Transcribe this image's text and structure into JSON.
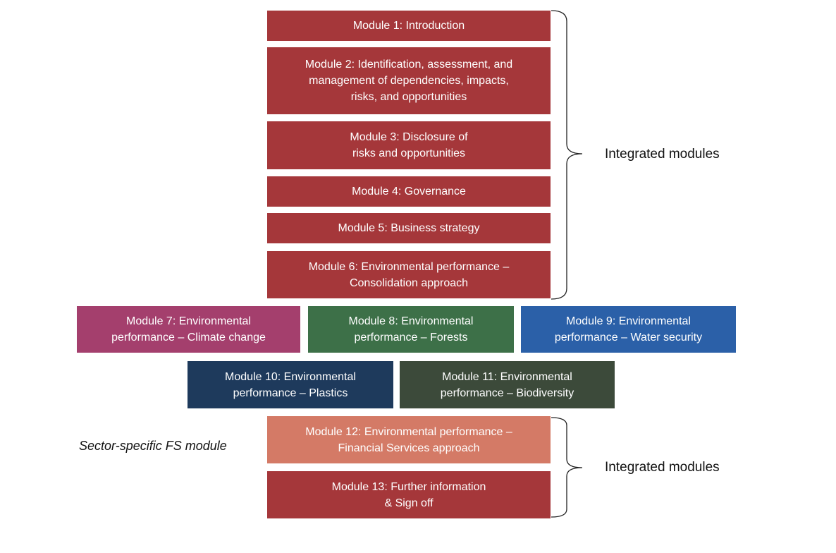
{
  "colors": {
    "integrated": "#a5373a",
    "fs": "#d47a66",
    "climate": "#a43f6d",
    "forests": "#3d7048",
    "water": "#2b60a8",
    "plastics": "#1e3a5c",
    "biodiversity": "#3c4a3a",
    "brace": "#222222"
  },
  "modules": {
    "m1": "Module 1: Introduction",
    "m2": "Module 2: Identification, assessment, and\nmanagement of dependencies, impacts,\nrisks, and opportunities",
    "m3": "Module 3: Disclosure of\nrisks and opportunities",
    "m4": "Module 4: Governance",
    "m5": "Module 5: Business strategy",
    "m6": "Module 6: Environmental performance –\nConsolidation approach",
    "m7": "Module 7: Environmental\nperformance – Climate change",
    "m8": "Module 8: Environmental\nperformance – Forests",
    "m9": "Module 9: Environmental\nperformance – Water security",
    "m10": "Module 10: Environmental\nperformance – Plastics",
    "m11": "Module 11: Environmental\nperformance – Biodiversity",
    "m12": "Module 12: Environmental performance –\nFinancial Services approach",
    "m13": "Module 13: Further information\n& Sign off"
  },
  "labels": {
    "integrated_top": "Integrated modules",
    "integrated_bottom": "Integrated modules",
    "sector_specific": "Sector-specific FS module"
  }
}
